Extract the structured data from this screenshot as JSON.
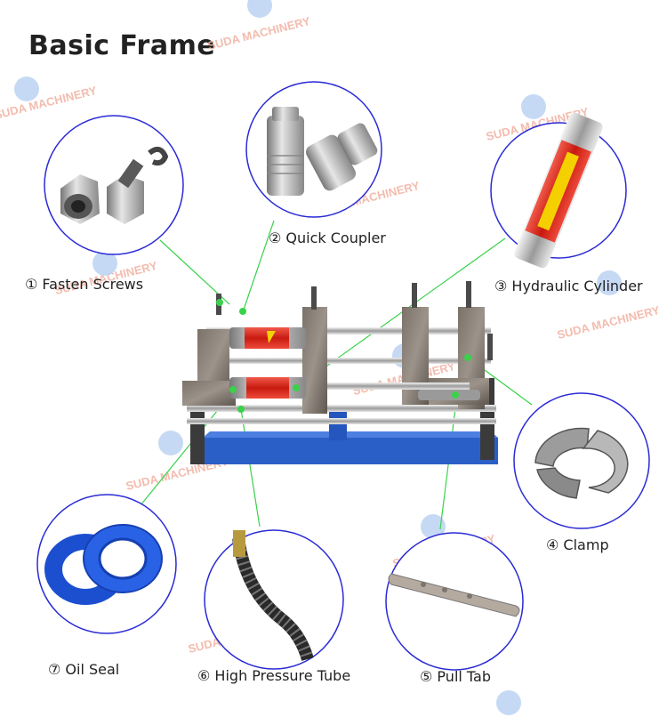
{
  "title": "Basic Frame",
  "watermark": "SUDA MACHINERY",
  "labels": {
    "fasten_screws": "① Fasten Screws",
    "quick_coupler": "②  Quick Coupler",
    "hydraulic_cylinder": "③ Hydraulic Cylinder",
    "clamp": "④ Clamp",
    "pull_tab": "⑤ Pull Tab",
    "high_pressure_tube": "⑥ High Pressure Tube",
    "oil_seal": "⑦ Oil Seal"
  },
  "colors": {
    "circle_stroke": "#2a2ad6",
    "leader_line": "#39d24a",
    "frame_blue": "#2a5fc7",
    "cylinder_red": "#d8241a",
    "seal_blue": "#1c4fd0",
    "watermark": "#f2b5a6"
  }
}
